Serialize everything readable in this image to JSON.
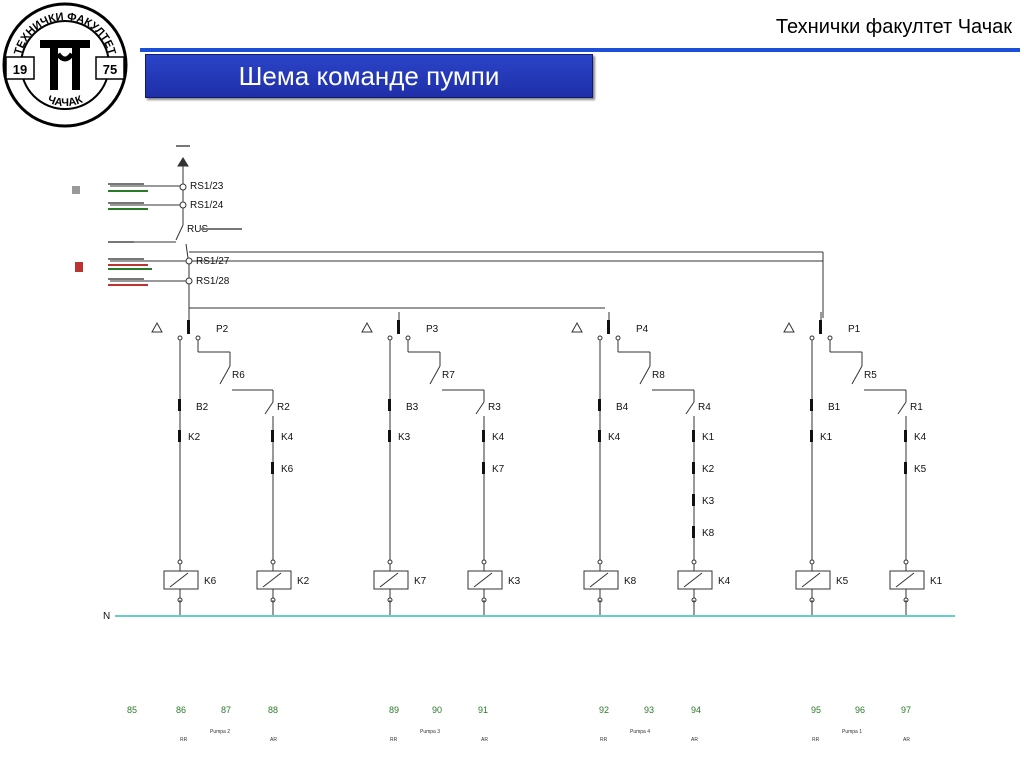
{
  "header": {
    "institution": "Технички факултет Чачак",
    "title": "Шема команде пумпи"
  },
  "logo": {
    "ring_text_top": "ТЕХНИЧКИ ФАКУЛТЕТ",
    "ring_text_bottom": "ЧАЧАК",
    "year_left": "19",
    "year_right": "75",
    "monogram": "ТФ"
  },
  "colors": {
    "accent_blue": "#1c4fd8",
    "title_bg": "#2a44c8",
    "neutral_line": "#66cccc"
  },
  "control": {
    "terminals": [
      "RS1/23",
      "RS1/24",
      "RUS",
      "RS1/27",
      "RS1/28"
    ]
  },
  "pumps": [
    {
      "relay": "P2",
      "changeover": "R6",
      "left_aux": "B2",
      "left_contacts": [
        "K2"
      ],
      "right_relay": "R2",
      "right_contacts": [
        "K4",
        "K6"
      ],
      "left_coil": "K6",
      "right_coil": "K2",
      "numbers": [
        "85",
        "86",
        "87",
        "88"
      ],
      "caption": "Pumpa 2"
    },
    {
      "relay": "P3",
      "changeover": "R7",
      "left_aux": "B3",
      "left_contacts": [
        "K3"
      ],
      "right_relay": "R3",
      "right_contacts": [
        "K4",
        "K7"
      ],
      "left_coil": "K7",
      "right_coil": "K3",
      "numbers": [
        "89",
        "90",
        "91"
      ],
      "caption": "Pumpa 3"
    },
    {
      "relay": "P4",
      "changeover": "R8",
      "left_aux": "B4",
      "left_contacts": [
        "K4"
      ],
      "right_relay": "R4",
      "right_contacts": [
        "K1",
        "K2",
        "K3",
        "K8"
      ],
      "left_coil": "K8",
      "right_coil": "K4",
      "numbers": [
        "92",
        "93",
        "94"
      ],
      "caption": "Pumpa 4"
    },
    {
      "relay": "P1",
      "changeover": "R5",
      "left_aux": "B1",
      "left_contacts": [
        "K1"
      ],
      "right_relay": "R1",
      "right_contacts": [
        "K4",
        "K5"
      ],
      "left_coil": "K5",
      "right_coil": "K1",
      "numbers": [
        "95",
        "96",
        "97"
      ],
      "caption": "Pumpa 1"
    }
  ],
  "neutral_label": "N",
  "mode_labels": {
    "left": "RR",
    "right": "AR"
  }
}
